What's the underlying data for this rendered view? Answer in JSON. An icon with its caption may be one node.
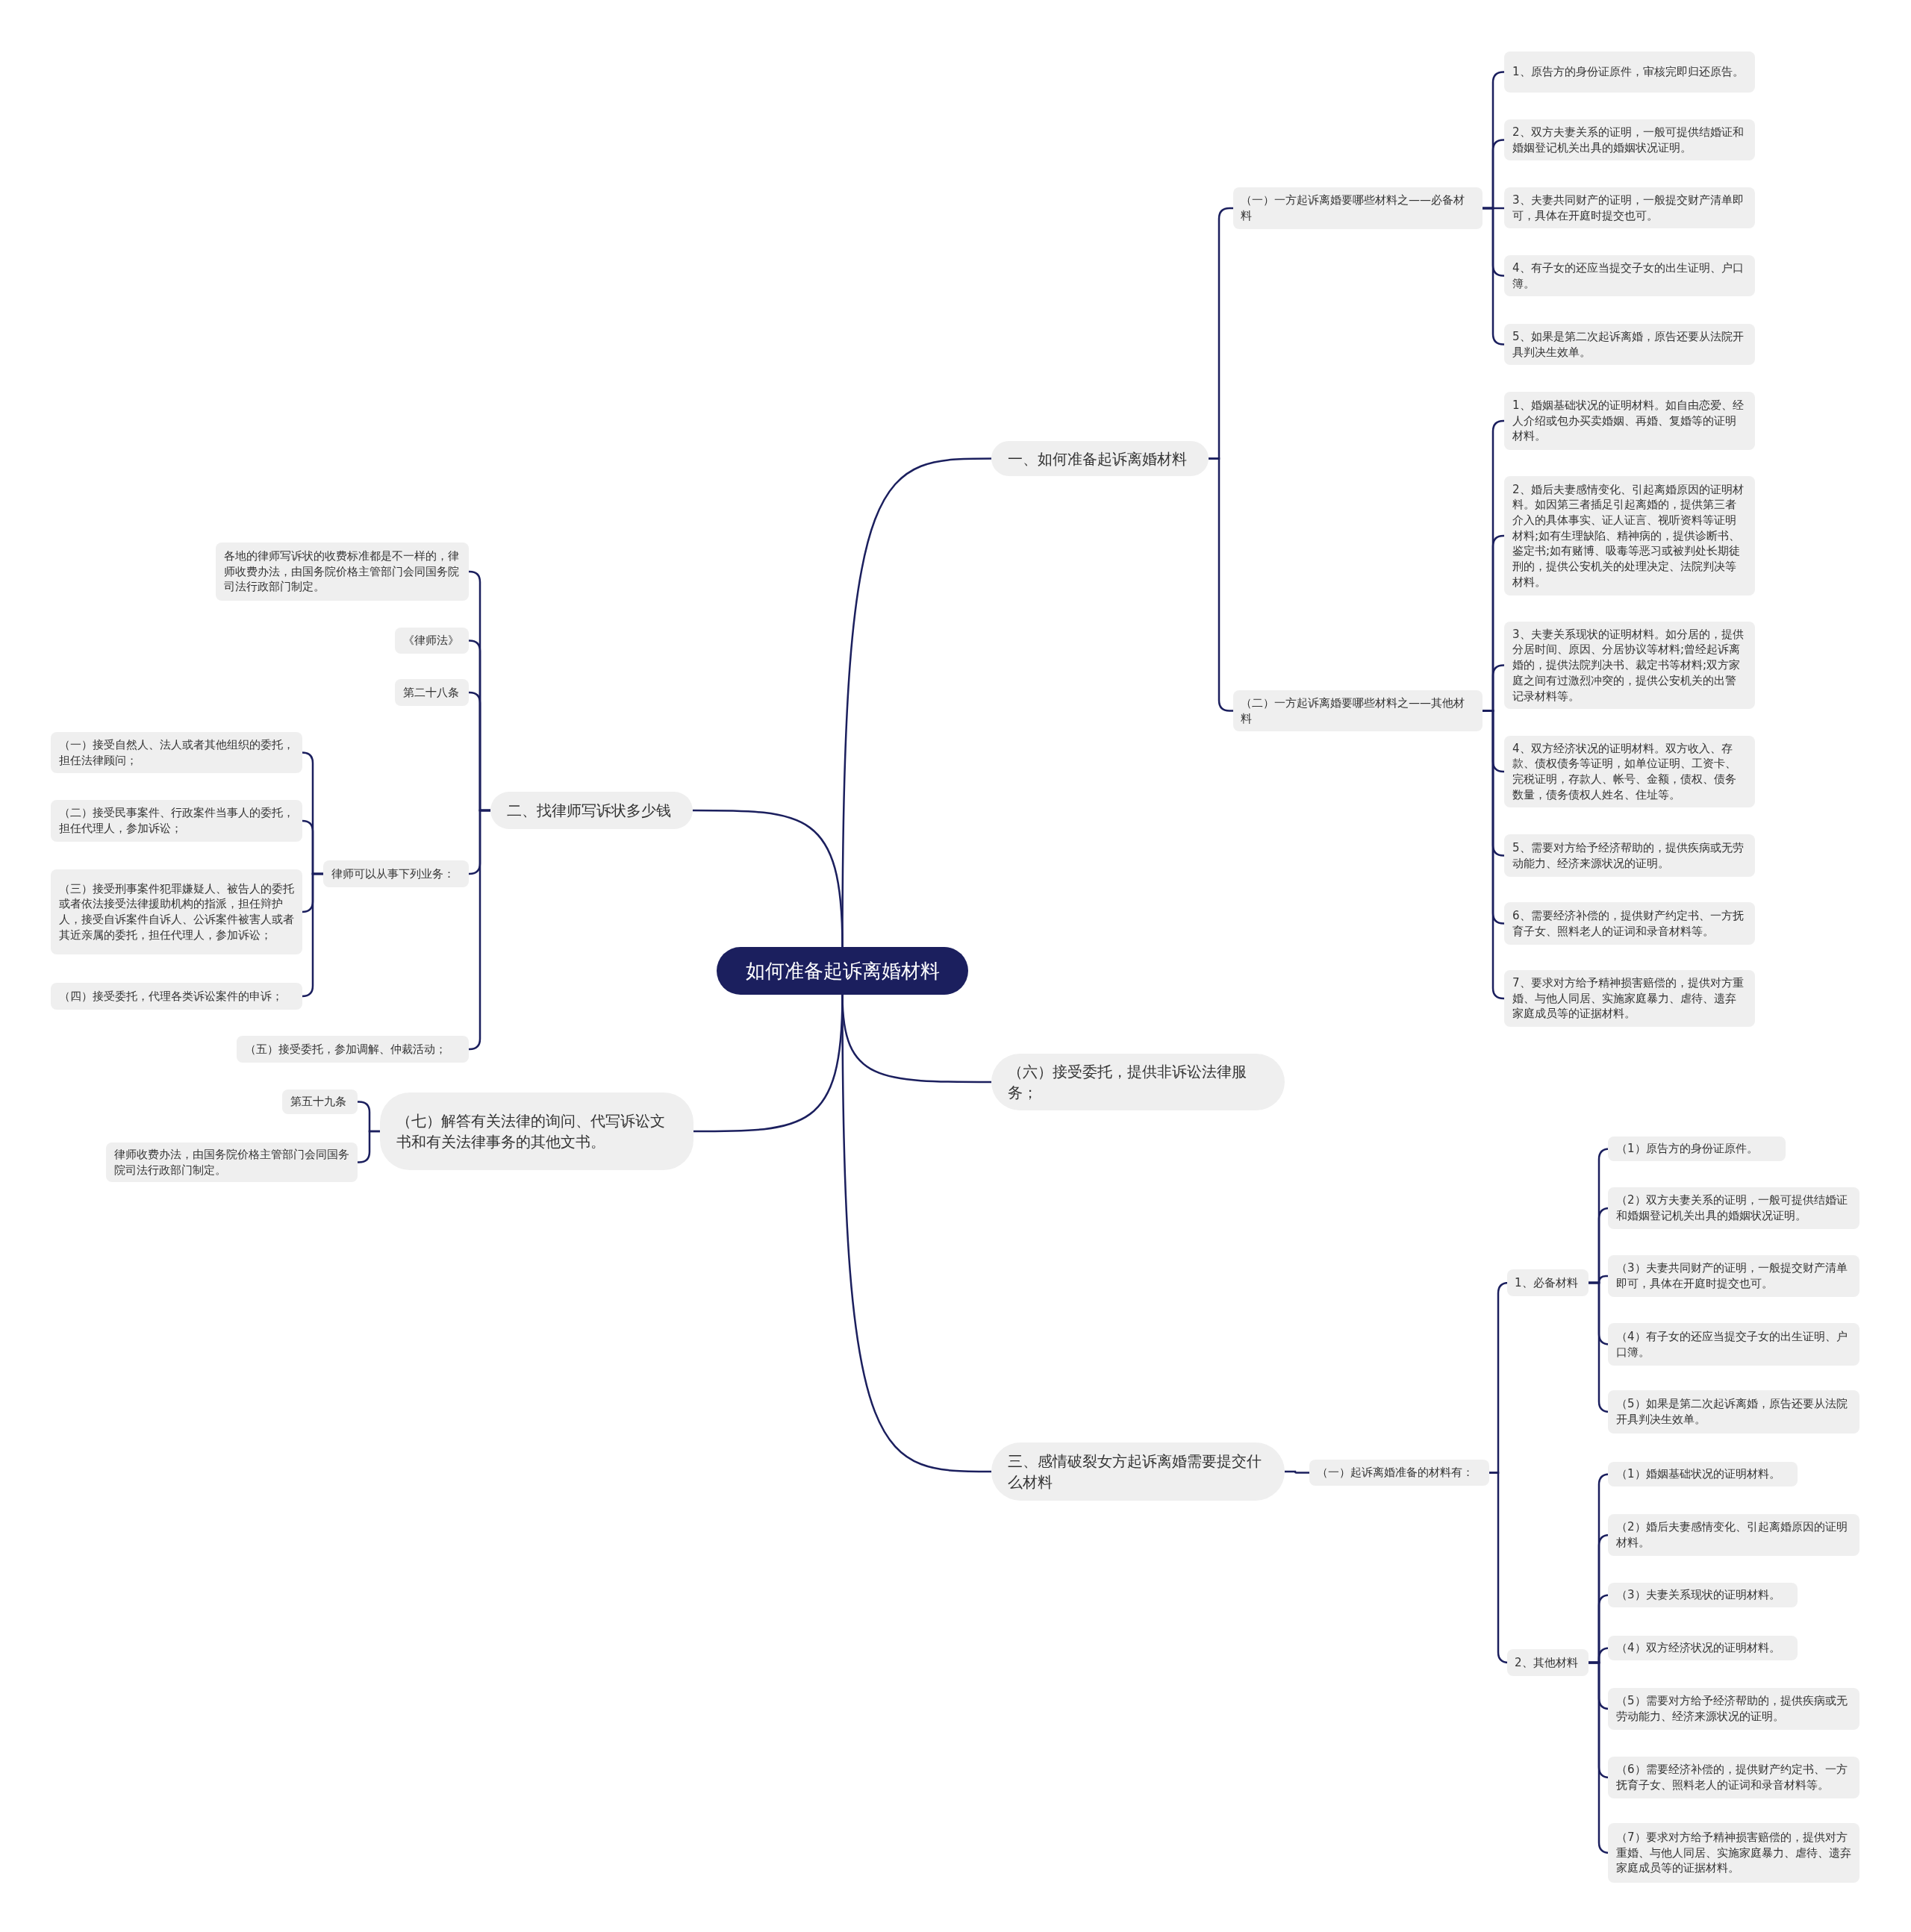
{
  "diagram": {
    "nodes": [
      {
        "text": [
          "如何准备起诉离婚材料"
        ]
      },
      {
        "text": [
          "一、如何准备起诉离婚材料"
        ]
      },
      {
        "text": [
          "（一）一方起诉离婚要哪些材料之——必备材料"
        ]
      },
      {
        "text": [
          "1、原告方的身份证原件，审核完即归还原告。"
        ]
      },
      {
        "text": [
          "2、双方夫妻关系的证明，一般可提供结婚证和婚姻登记机关出具的婚姻状况证明。"
        ]
      },
      {
        "text": [
          "3、夫妻共同财产的证明，一般提交财产清单即可，具体在开庭时提交也可。"
        ]
      },
      {
        "text": [
          "4、有子女的还应当提交子女的出生证明、户口簿。"
        ]
      },
      {
        "text": [
          "5、如果是第二次起诉离婚，原告还要从法院开具判决生效单。"
        ]
      },
      {
        "text": [
          "（二）一方起诉离婚要哪些材料之——其他材料"
        ]
      },
      {
        "text": [
          "1、婚姻基础状况的证明材料。如自由恋爱、经人介绍或包办买卖婚姻、再婚、复婚等的证明材料。"
        ]
      },
      {
        "text": [
          "2、婚后夫妻感情变化、引起离婚原因的证明材料。如因第三者插足引起离婚的，提供第三者介入的具体事实、证人证言、视听资料等证明材料;如有生理缺陷、精神病的，提供诊断书、鉴定书;如有赌博、吸毒等恶习或被判处长期徒刑的，提供公安机关的处理决定、法院判决等材料。"
        ]
      },
      {
        "text": [
          "3、夫妻关系现状的证明材料。如分居的，提供分居时间、原因、分居协议等材料;曾经起诉离婚的，提供法院判决书、裁定书等材料;双方家庭之间有过激烈冲突的，提供公安机关的出警记录材料等。"
        ]
      },
      {
        "text": [
          "4、双方经济状况的证明材料。双方收入、存款、债权债务等证明，如单位证明、工资卡、完税证明，存款人、帐号、金额，债权、债务数量，债务债权人姓名、住址等。"
        ]
      },
      {
        "text": [
          "5、需要对方给予经济帮助的，提供疾病或无劳动能力、经济来源状况的证明。"
        ]
      },
      {
        "text": [
          "6、需要经济补偿的，提供财产约定书、一方抚育子女、照料老人的证词和录音材料等。"
        ]
      },
      {
        "text": [
          "7、要求对方给予精神损害赔偿的，提供对方重婚、与他人同居、实施家庭暴力、虐待、遗弃家庭成员等的证据材料。"
        ]
      },
      {
        "text": [
          "二、找律师写诉状多少钱"
        ]
      },
      {
        "text": [
          "各地的律师写诉状的收费标准都是不一样的，律师收费办法，由国务院价格主管部门会同国务院司法行政部门制定。"
        ]
      },
      {
        "text": [
          "《律师法》"
        ]
      },
      {
        "text": [
          "第二十八条"
        ]
      },
      {
        "text": [
          "律师可以从事下列业务："
        ]
      },
      {
        "text": [
          "（一）接受自然人、法人或者其他组织的委托，担任法律顾问；"
        ]
      },
      {
        "text": [
          "（二）接受民事案件、行政案件当事人的委托，担任代理人，参加诉讼；"
        ]
      },
      {
        "text": [
          "（三）接受刑事案件犯罪嫌疑人、被告人的委托或者依法接受法律援助机构的指派，担任辩护人，接受自诉案件自诉人、公诉案件被害人或者其近亲属的委托，担任代理人，参加诉讼；"
        ]
      },
      {
        "text": [
          "（四）接受委托，代理各类诉讼案件的申诉；"
        ]
      },
      {
        "text": [
          "（五）接受委托，参加调解、仲裁活动；"
        ]
      },
      {
        "text": [
          "（六）接受委托，提供非诉讼法律服务；"
        ]
      },
      {
        "text": [
          "（七）解答有关法律的询问、代写诉讼文书和有关法律事务的其他文书。"
        ]
      },
      {
        "text": [
          "第五十九条"
        ]
      },
      {
        "text": [
          "律师收费办法，由国务院价格主管部门会同国务院司法行政部门制定。"
        ]
      },
      {
        "text": [
          "三、感情破裂女方起诉离婚需要提交什么材料"
        ]
      },
      {
        "text": [
          "（一）起诉离婚准备的材料有："
        ]
      },
      {
        "text": [
          "1、必备材料"
        ]
      },
      {
        "text": [
          "（1）原告方的身份证原件。"
        ]
      },
      {
        "text": [
          "（2）双方夫妻关系的证明，一般可提供结婚证和婚姻登记机关出具的婚姻状况证明。"
        ]
      },
      {
        "text": [
          "（3）夫妻共同财产的证明，一般提交财产清单即可，具体在开庭时提交也可。"
        ]
      },
      {
        "text": [
          "（4）有子女的还应当提交子女的出生证明、户口簿。"
        ]
      },
      {
        "text": [
          "（5）如果是第二次起诉离婚，原告还要从法院开具判决生效单。"
        ]
      },
      {
        "text": [
          "2、其他材料"
        ]
      },
      {
        "text": [
          "（1）婚姻基础状况的证明材料。"
        ]
      },
      {
        "text": [
          "（2）婚后夫妻感情变化、引起离婚原因的证明材料。"
        ]
      },
      {
        "text": [
          "（3）夫妻关系现状的证明材料。"
        ]
      },
      {
        "text": [
          "（4）双方经济状况的证明材料。"
        ]
      },
      {
        "text": [
          "（5）需要对方给予经济帮助的，提供疾病或无劳动能力、经济来源状况的证明。"
        ]
      },
      {
        "text": [
          "（6）需要经济补偿的，提供财产约定书、一方抚育子女、照料老人的证词和录音材料等。"
        ]
      },
      {
        "text": [
          "（7）要求对方给予精神损害赔偿的，提供对方重婚、与他人同居、实施家庭暴力、虐待、遗弃家庭成员等的证据材料。"
        ]
      }
    ],
    "edges": [
      {
        "from": 0,
        "to": 1,
        "arrow": "none"
      },
      {
        "from": 1,
        "to": 2,
        "arrow": "none"
      },
      {
        "from": 2,
        "to": 3,
        "arrow": "none"
      },
      {
        "from": 2,
        "to": 4,
        "arrow": "none"
      },
      {
        "from": 2,
        "to": 5,
        "arrow": "none"
      },
      {
        "from": 2,
        "to": 6,
        "arrow": "none"
      },
      {
        "from": 2,
        "to": 7,
        "arrow": "none"
      },
      {
        "from": 1,
        "to": 8,
        "arrow": "none"
      },
      {
        "from": 8,
        "to": 9,
        "arrow": "none"
      },
      {
        "from": 8,
        "to": 10,
        "arrow": "none"
      },
      {
        "from": 8,
        "to": 11,
        "arrow": "none"
      },
      {
        "from": 8,
        "to": 12,
        "arrow": "none"
      },
      {
        "from": 8,
        "to": 13,
        "arrow": "none"
      },
      {
        "from": 8,
        "to": 14,
        "arrow": "none"
      },
      {
        "from": 8,
        "to": 15,
        "arrow": "none"
      },
      {
        "from": 0,
        "to": 16,
        "arrow": "none"
      },
      {
        "from": 16,
        "to": 17,
        "arrow": "none"
      },
      {
        "from": 16,
        "to": 18,
        "arrow": "none"
      },
      {
        "from": 16,
        "to": 19,
        "arrow": "none"
      },
      {
        "from": 16,
        "to": 20,
        "arrow": "none"
      },
      {
        "from": 20,
        "to": 21,
        "arrow": "none"
      },
      {
        "from": 20,
        "to": 22,
        "arrow": "none"
      },
      {
        "from": 20,
        "to": 23,
        "arrow": "none"
      },
      {
        "from": 20,
        "to": 24,
        "arrow": "none"
      },
      {
        "from": 16,
        "to": 25,
        "arrow": "none"
      },
      {
        "from": 0,
        "to": 26,
        "arrow": "none"
      },
      {
        "from": 0,
        "to": 27,
        "arrow": "none"
      },
      {
        "from": 27,
        "to": 28,
        "arrow": "none"
      },
      {
        "from": 27,
        "to": 29,
        "arrow": "none"
      },
      {
        "from": 0,
        "to": 30,
        "arrow": "none"
      },
      {
        "from": 30,
        "to": 31,
        "arrow": "none"
      },
      {
        "from": 31,
        "to": 32,
        "arrow": "none"
      },
      {
        "from": 32,
        "to": 33,
        "arrow": "none"
      },
      {
        "from": 32,
        "to": 34,
        "arrow": "none"
      },
      {
        "from": 32,
        "to": 35,
        "arrow": "none"
      },
      {
        "from": 32,
        "to": 36,
        "arrow": "none"
      },
      {
        "from": 32,
        "to": 37,
        "arrow": "none"
      },
      {
        "from": 31,
        "to": 38,
        "arrow": "none"
      },
      {
        "from": 38,
        "to": 39,
        "arrow": "none"
      },
      {
        "from": 38,
        "to": 40,
        "arrow": "none"
      },
      {
        "from": 38,
        "to": 41,
        "arrow": "none"
      },
      {
        "from": 38,
        "to": 42,
        "arrow": "none"
      },
      {
        "from": 38,
        "to": 43,
        "arrow": "none"
      },
      {
        "from": 38,
        "to": 44,
        "arrow": "none"
      },
      {
        "from": 38,
        "to": 45,
        "arrow": "none"
      }
    ]
  }
}
